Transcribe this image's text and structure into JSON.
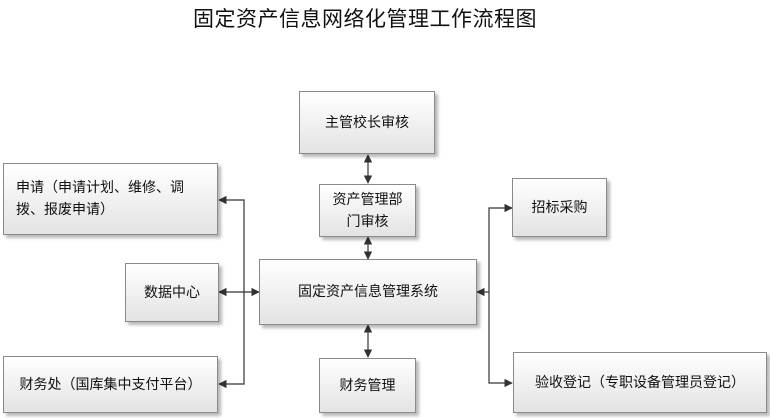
{
  "title": "固定资产信息网络化管理工作流程图",
  "nodes": {
    "principal_review": "主管校长审核",
    "dept_review": "资产管理部门审核",
    "apply": "申请（申请计划、维修、调拨、报废申请）",
    "data_center": "数据中心",
    "system": "固定资产信息管理系统",
    "finance_office": "财务处（国库集中支付平台）",
    "finance_mgmt": "财务管理",
    "purchase": "招标采购",
    "acceptance": "验收登记（专职设备管理员登记）"
  },
  "colors": {
    "line": "#333333",
    "box_border": "#8a8a8a",
    "box_fill_top": "#ffffff",
    "box_fill_bottom": "#e3e3e3"
  }
}
